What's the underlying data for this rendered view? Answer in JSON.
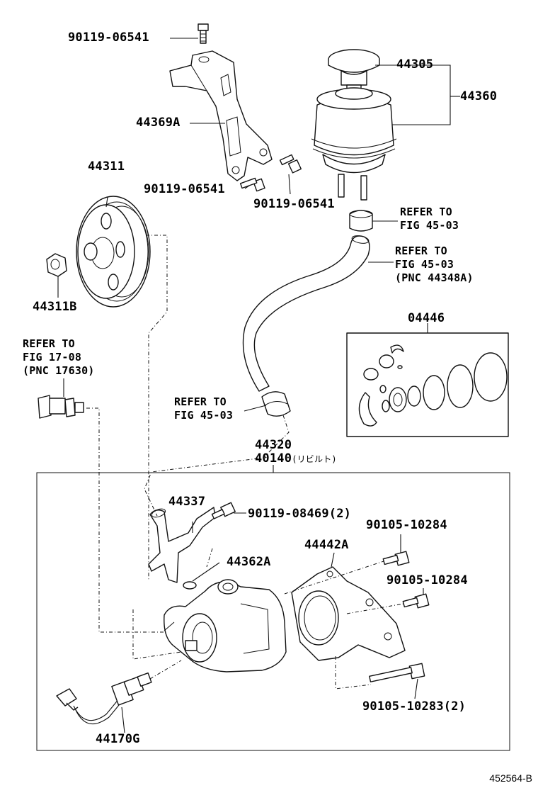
{
  "parts": {
    "bolt_top": "90119-06541",
    "bracket": "44369A",
    "bolt_mid_left": "90119-06541",
    "bolt_mid_right": "90119-06541",
    "pulley": "44311",
    "pulley_nut": "44311B",
    "reservoir_cap": "44305",
    "reservoir": "44360",
    "refer_clip_top": [
      "REFER TO",
      "FIG 45-03"
    ],
    "refer_hose": [
      "REFER TO",
      "FIG 45-03",
      "(PNC 44348A)"
    ],
    "refer_clip_bottom": [
      "REFER TO",
      "FIG 45-03"
    ],
    "refer_switch": [
      "REFER TO",
      "FIG 17-08",
      "(PNC 17630)"
    ],
    "gasket_kit": "04446",
    "pump_assy": "44320",
    "pump_rebuilt": "40140",
    "pump_rebuilt_note": "(リビルト)",
    "union": "44337",
    "union_bolt": "90119-08469(2)",
    "oring": "44362A",
    "housing": "44442A",
    "bolt_housing_1": "90105-10284",
    "bolt_housing_2": "90105-10284",
    "bolt_long": "90105-10283(2)",
    "sensor": "44170G"
  },
  "diagram_id": "452564-B"
}
